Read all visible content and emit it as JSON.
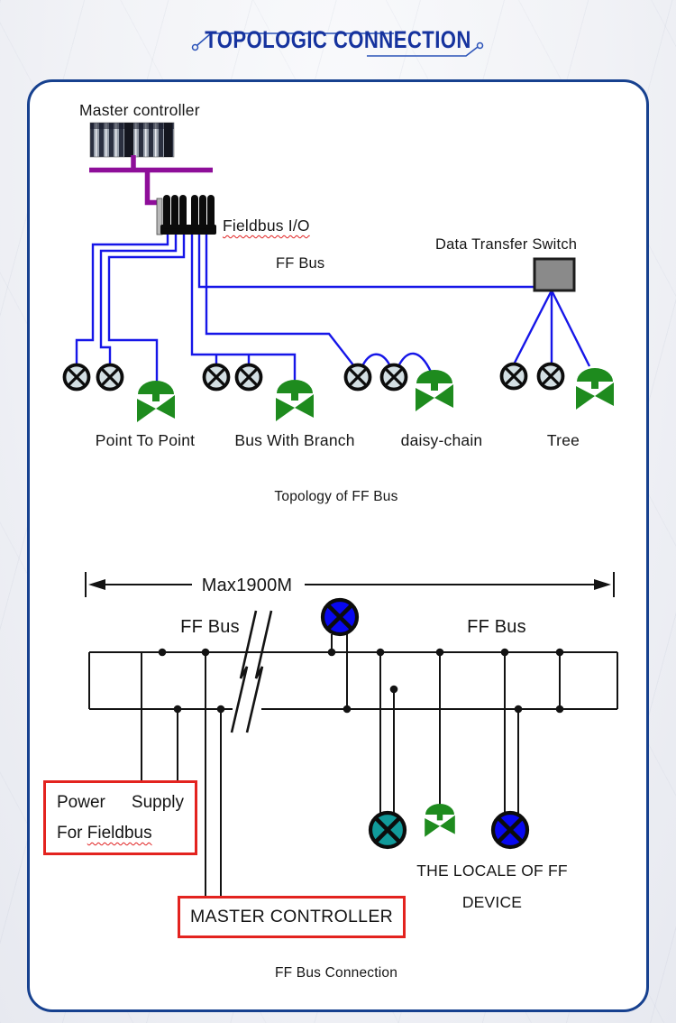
{
  "header": {
    "title": "TOPOLOGIC CONNECTION"
  },
  "topology_diagram": {
    "master_controller_label": "Master controller",
    "fieldbus_io_label": "Fieldbus I/O",
    "ff_bus_label": "FF Bus",
    "data_transfer_switch_label": "Data Transfer Switch",
    "topology_labels": [
      "Point To Point",
      "Bus With Branch",
      "daisy-chain",
      "Tree"
    ],
    "caption": "Topology of FF Bus"
  },
  "connection_diagram": {
    "dimension_label": "Max1900M",
    "ff_bus_left_label": "FF Bus",
    "ff_bus_right_label": "FF Bus",
    "power_supply_box": {
      "word1": "Power",
      "word2": "Supply",
      "line2_prefix": "For",
      "line2_underlined": "Fieldbus"
    },
    "master_controller_box": "MASTER CONTROLLER",
    "locale_label_line1": "THE LOCALE OF FF",
    "locale_label_line2": "DEVICE",
    "caption": "FF Bus Connection"
  },
  "icons": {
    "transmitter": "circle-with-x-fieldbus-transmitter",
    "valve": "green-control-valve",
    "plc": "plc-rack-photo",
    "io_modules": "black-terminal-cylinders",
    "switch": "gray-switch-box",
    "break": "bus-break-slashes"
  },
  "colors": {
    "title_blue": "#16339e",
    "panel_border_blue": "#17418f",
    "wire_blue": "#1616e8",
    "network_purple": "#8e0e99",
    "valve_green": "#1e8b1e",
    "alert_red_box": "#e3231f",
    "switch_gray": "#8a8a8a",
    "device_blue": "#0808f0",
    "device_teal": "#119a9a",
    "line_black": "#131313"
  }
}
